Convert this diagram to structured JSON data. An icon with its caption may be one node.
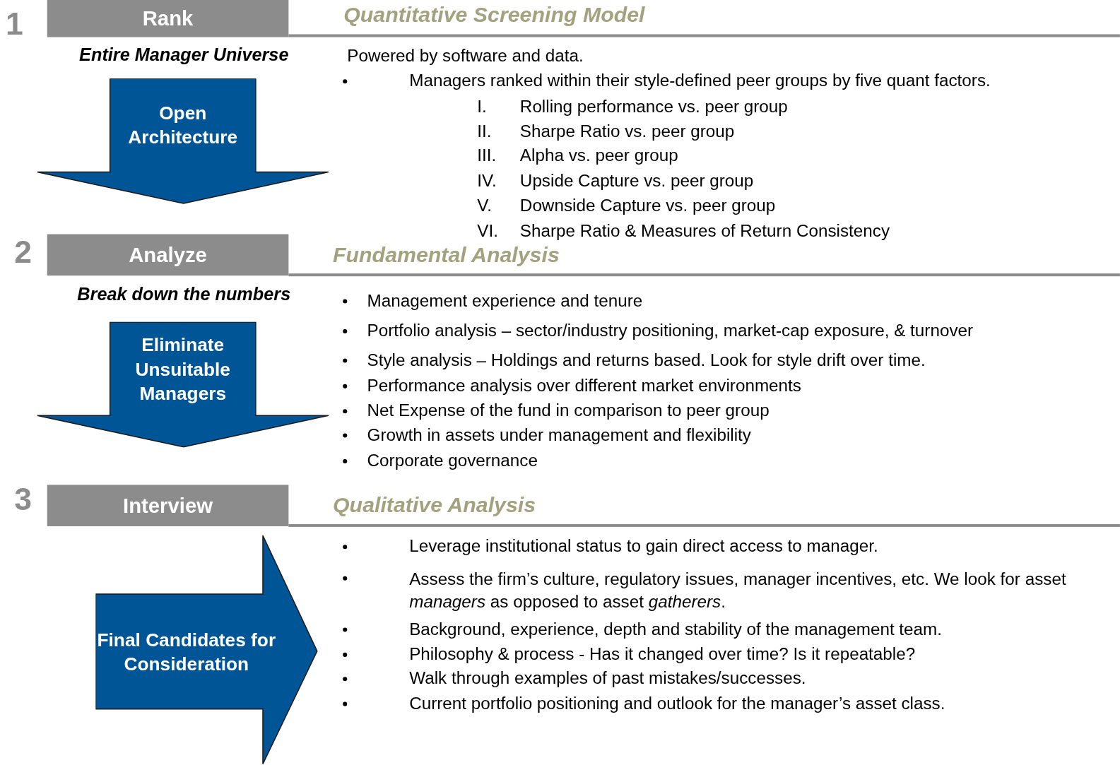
{
  "diagram": {
    "nodes": [
      {
        "text": [
          "Rank"
        ]
      },
      {
        "text": [
          "Analyze"
        ]
      },
      {
        "text": [
          "Interview"
        ]
      },
      {
        "text": [
          "Open Architecture"
        ]
      },
      {
        "text": [
          "Eliminate Unsuitable Managers"
        ]
      },
      {
        "text": [
          "Final Candidates for Consideration"
        ]
      }
    ],
    "edges": [],
    "labels": [
      "1",
      "Quantitative Screening Model",
      "Entire Manager Universe",
      "Powered by software and data.",
      "Managers ranked within their style-defined peer groups by five quant factors.",
      "I.",
      "Rolling performance vs. peer group",
      "II.",
      "Sharpe Ratio vs. peer group",
      "III.",
      "Alpha vs. peer group",
      "IV.",
      "Upside Capture vs. peer group",
      "V.",
      "Downside Capture vs. peer group",
      "VI.",
      "Sharpe Ratio & Measures of Return Consistency",
      "2",
      "Fundamental Analysis",
      "Break down the numbers",
      "Management experience and tenure",
      "Portfolio analysis – sector/industry positioning, market-cap exposure, & turnover",
      "Style analysis – Holdings and returns based. Look for style drift over time.",
      "Performance analysis over different market environments",
      "Net Expense of the fund in comparison to peer group",
      "Growth in assets under management and flexibility",
      "Corporate governance",
      "3",
      "Qualitative Analysis",
      "Leverage institutional status to gain direct access to manager.",
      "Assess the firm’s culture, regulatory issues, manager incentives, etc. We look for asset *managers* as opposed to asset *gatherers*.",
      "Background, experience, depth and stability of the management team.",
      "Philosophy & process - Has it changed over time? Is it repeatable?",
      "Walk through examples of past mistakes/successes.",
      "Current portfolio positioning and outlook for the manager’s asset class."
    ]
  }
}
